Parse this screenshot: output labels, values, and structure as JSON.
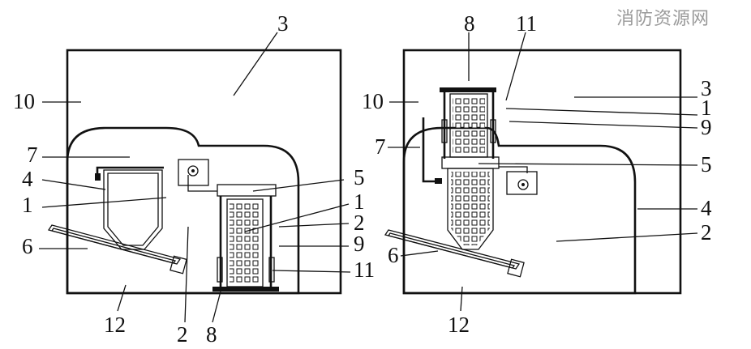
{
  "watermark": "消防资源网",
  "left_labels": [
    "3",
    "10",
    "7",
    "4",
    "1",
    "6",
    "5",
    "1",
    "2",
    "9",
    "11",
    "12",
    "2",
    "8"
  ],
  "right_labels": [
    "8",
    "11",
    "10",
    "3",
    "1",
    "9",
    "7",
    "5",
    "4",
    "2",
    "6",
    "12"
  ]
}
